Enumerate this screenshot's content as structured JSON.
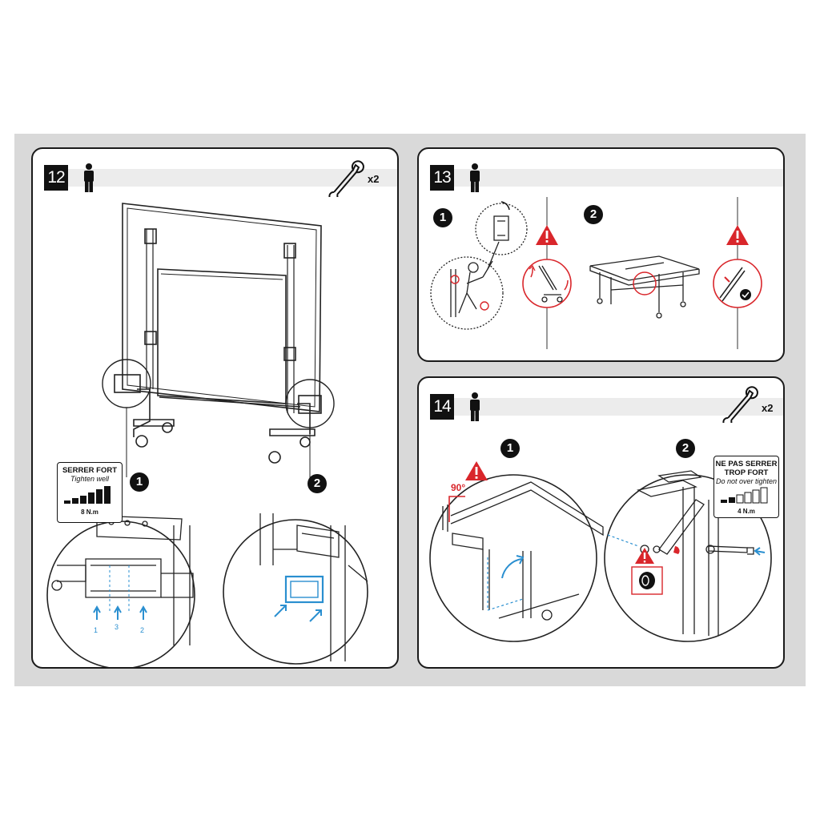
{
  "steps": [
    {
      "number": "12",
      "tool_count": "x2"
    },
    {
      "number": "13"
    },
    {
      "number": "14",
      "tool_count": "x2"
    }
  ],
  "torque_12": {
    "fr": "SERRER FORT",
    "en": "Tighten well",
    "value": "8 N.m"
  },
  "torque_14": {
    "fr_line1": "NE PAS SERRER",
    "fr_line2": "TROP FORT",
    "en": "Do not over tighten",
    "value": "4 N.m"
  },
  "substeps": {
    "one": "1",
    "two": "2"
  },
  "bolt_order": [
    "1",
    "3",
    "2"
  ],
  "angle_label": "90°",
  "colors": {
    "accent_blue": "#2a8fd0",
    "warning_red": "#d9262b",
    "panel_bg": "#d9d9d9",
    "ink": "#111111"
  },
  "icons": [
    "person-icon",
    "wrench-icon",
    "warning-icon",
    "check-icon",
    "rotate-arrow-icon"
  ]
}
